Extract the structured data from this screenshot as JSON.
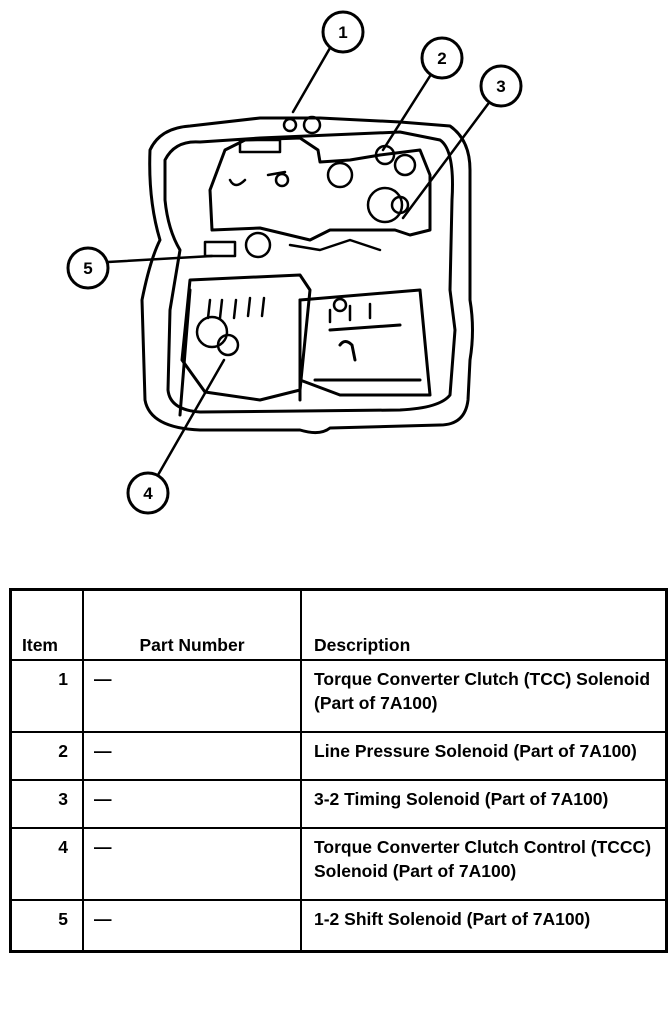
{
  "diagram": {
    "callouts": [
      "1",
      "2",
      "3",
      "4",
      "5"
    ]
  },
  "table": {
    "headers": {
      "item": "Item",
      "part_number": "Part Number",
      "description": "Description"
    },
    "rows": [
      {
        "item": "1",
        "part_number": "—",
        "description": "Torque Converter Clutch (TCC) Solenoid (Part of 7A100)"
      },
      {
        "item": "2",
        "part_number": "—",
        "description": "Line Pressure Solenoid (Part of 7A100)"
      },
      {
        "item": "3",
        "part_number": "—",
        "description": "3-2 Timing Solenoid (Part of 7A100)"
      },
      {
        "item": "4",
        "part_number": "—",
        "description": "Torque Converter Clutch Control (TCCC) Solenoid (Part of 7A100)"
      },
      {
        "item": "5",
        "part_number": "—",
        "description": "1-2 Shift Solenoid (Part of 7A100)"
      }
    ]
  }
}
